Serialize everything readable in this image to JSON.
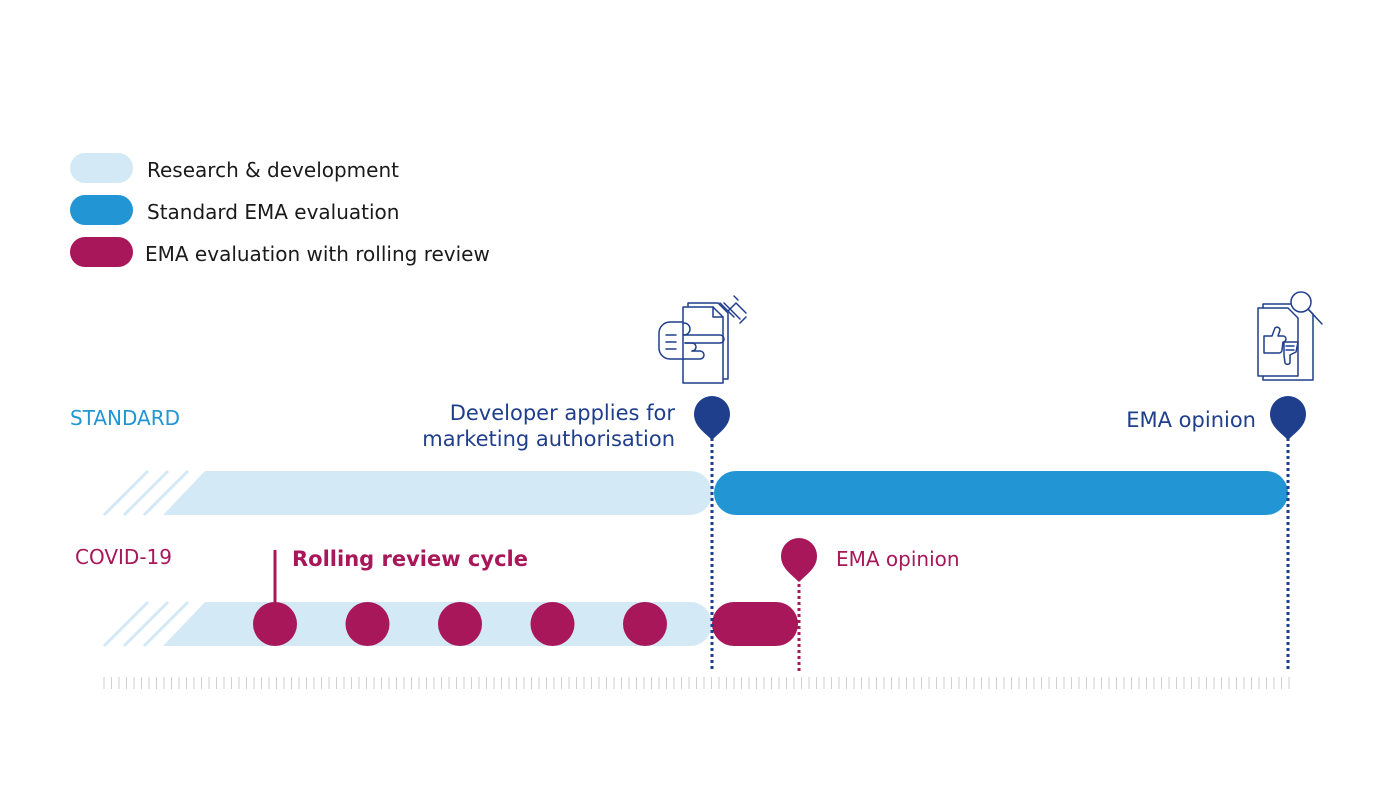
{
  "legend": {
    "items": [
      {
        "label": "Research & development",
        "color": "#d3e9f5"
      },
      {
        "label": "Standard EMA evaluation",
        "color": "#2296d4"
      },
      {
        "label": "EMA evaluation with rolling review",
        "color": "#a8175a"
      }
    ]
  },
  "rows": {
    "standard": {
      "label": "STANDARD",
      "label_color": "#2296d4",
      "milestones": {
        "application": {
          "line1": "Developer applies for",
          "line2": "marketing authorisation",
          "icon": "document-pointing-hand-syringe-icon"
        },
        "opinion": {
          "label": "EMA opinion",
          "icon": "document-magnifier-thumbs-icon"
        }
      }
    },
    "covid": {
      "label": "COVID-19",
      "label_color": "#a8175a",
      "cycle_label": "Rolling review cycle",
      "review_cycles": 5,
      "opinion_label": "EMA opinion"
    }
  },
  "colors": {
    "navy": "#1f3e8c",
    "light_blue": "#d3e9f5",
    "blue": "#2296d4",
    "magenta": "#a8175a",
    "tick": "#cfcfcf"
  }
}
